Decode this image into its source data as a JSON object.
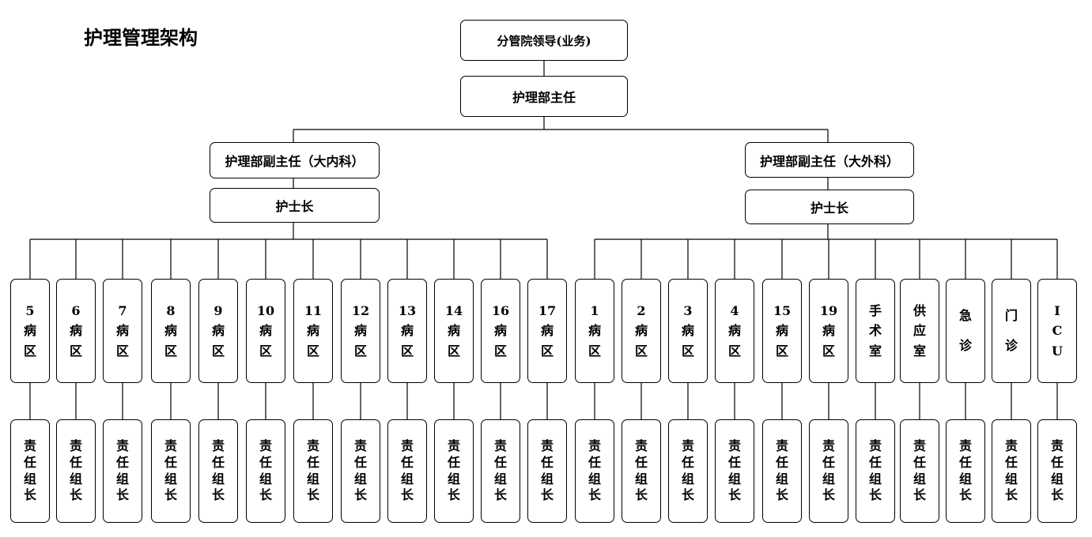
{
  "title": "护理管理架构",
  "top": {
    "leader": "分管院领导(业务)",
    "director": "护理部主任"
  },
  "left_branch": {
    "deputy": "护理部副主任（大内科）",
    "head_nurse": "护士长",
    "wards": [
      {
        "num": "5",
        "name": "病区"
      },
      {
        "num": "6",
        "name": "病区"
      },
      {
        "num": "7",
        "name": "病区"
      },
      {
        "num": "8",
        "name": "病区"
      },
      {
        "num": "9",
        "name": "病区"
      },
      {
        "num": "10",
        "name": "病区"
      },
      {
        "num": "11",
        "name": "病区"
      },
      {
        "num": "12",
        "name": "病区"
      },
      {
        "num": "13",
        "name": "病区"
      },
      {
        "num": "14",
        "name": "病区"
      },
      {
        "num": "16",
        "name": "病区"
      },
      {
        "num": "17",
        "name": "病区"
      }
    ]
  },
  "right_branch": {
    "deputy": "护理部副主任（大外科）",
    "head_nurse": "护士长",
    "wards": [
      {
        "num": "1",
        "name": "病区"
      },
      {
        "num": "2",
        "name": "病区"
      },
      {
        "num": "3",
        "name": "病区"
      },
      {
        "num": "4",
        "name": "病区"
      },
      {
        "num": "15",
        "name": "病区"
      },
      {
        "num": "19",
        "name": "病区"
      },
      {
        "num": "",
        "name": "手术室"
      },
      {
        "num": "",
        "name": "供应室"
      },
      {
        "num": "",
        "name": "急诊"
      },
      {
        "num": "",
        "name": "门诊"
      },
      {
        "num": "",
        "name": "ICU"
      }
    ]
  },
  "team_leader_label": "责任组长"
}
